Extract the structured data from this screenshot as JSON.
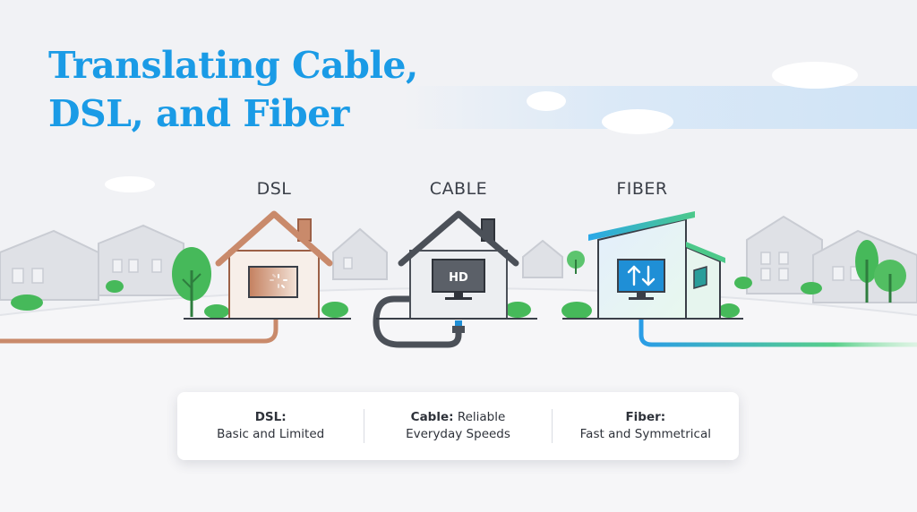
{
  "title": {
    "line1": "Translating Cable,",
    "line2": "DSL, and Fiber"
  },
  "houses": {
    "dsl": {
      "label": "DSL"
    },
    "cable": {
      "label": "CABLE",
      "screen_text": "HD"
    },
    "fiber": {
      "label": "FIBER"
    }
  },
  "summary": [
    {
      "name": "DSL:",
      "description": "Basic and Limited"
    },
    {
      "name": "Cable:",
      "description_line1": "Reliable",
      "description_line2": "Everyday Speeds"
    },
    {
      "name": "Fiber:",
      "description": "Fast and Symmetrical"
    }
  ],
  "colors": {
    "title": "#1a9be6",
    "dsl_roof": "#c98a6b",
    "cable_roof": "#4b5058",
    "fiber_roof_start": "#2aa8e8",
    "fiber_roof_end": "#4cc98a",
    "screen_blue": "#1f8fd6",
    "tree_green": "#46b95a"
  }
}
